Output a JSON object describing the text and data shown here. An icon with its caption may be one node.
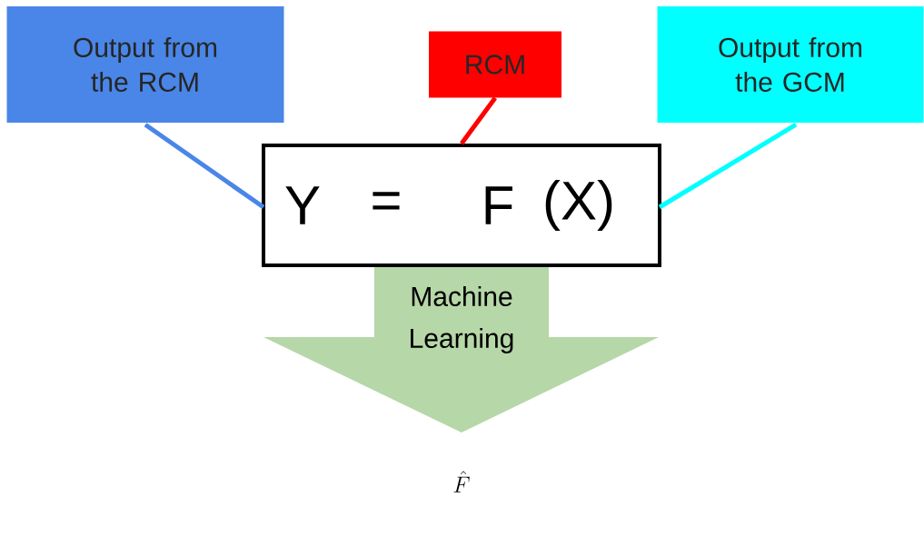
{
  "diagram": {
    "nodes": [
      {
        "text": [
          "Output from the RCM"
        ]
      },
      {
        "text": [
          "RCM"
        ]
      },
      {
        "text": [
          "Output from the GCM"
        ]
      },
      {
        "text": [
          "Y",
          "=",
          "F",
          "(X)"
        ]
      },
      {
        "text": [
          "\\hat{F}"
        ]
      }
    ],
    "edges": [
      {
        "from": 0,
        "to": 3,
        "arrow": "none",
        "color": "#4a86e8"
      },
      {
        "from": 1,
        "to": 3,
        "arrow": "none",
        "color": "#ff0000"
      },
      {
        "from": 2,
        "to": 3,
        "arrow": "none",
        "color": "#00ffff"
      },
      {
        "from": 3,
        "to": 4,
        "arrow": "to",
        "label": "Machine Learning",
        "style": "thick",
        "color": "#b6d7a8"
      }
    ]
  }
}
